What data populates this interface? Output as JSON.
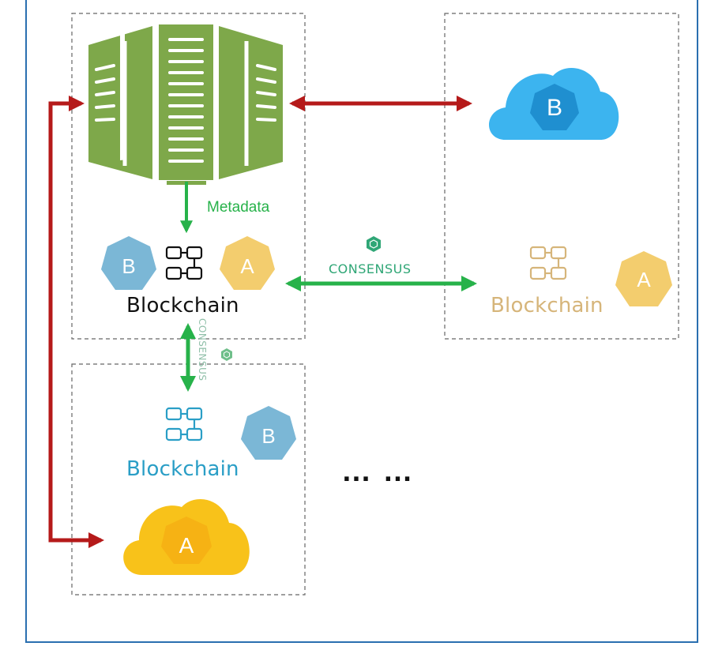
{
  "labels": {
    "metadata": "Metadata",
    "consensus_horizontal": "CONSENSUS",
    "consensus_vertical": "CONSENSUS",
    "ellipsis": "… …",
    "blockchain_main": "Blockchain",
    "blockchain_right": "Blockchain",
    "blockchain_bottom": "Blockchain"
  },
  "badges": {
    "main_b": "B",
    "main_a": "A",
    "right_a": "A",
    "bottom_b": "B",
    "cloud_b": "B",
    "cloud_a": "A"
  },
  "colors": {
    "frame": "#2a6fb0",
    "server_green": "#7ea84a",
    "consensus_green": "#27b24a",
    "link_red": "#b51a1a",
    "badge_blue": "#7bb7d6",
    "badge_yellow": "#f3cd6e",
    "cloud_blue": "#3cb4ef",
    "cloud_yellow": "#f8c21a",
    "blockchain_black": "#111111",
    "blockchain_tan": "#d6b57a",
    "blockchain_cyan": "#2a9ec6"
  }
}
